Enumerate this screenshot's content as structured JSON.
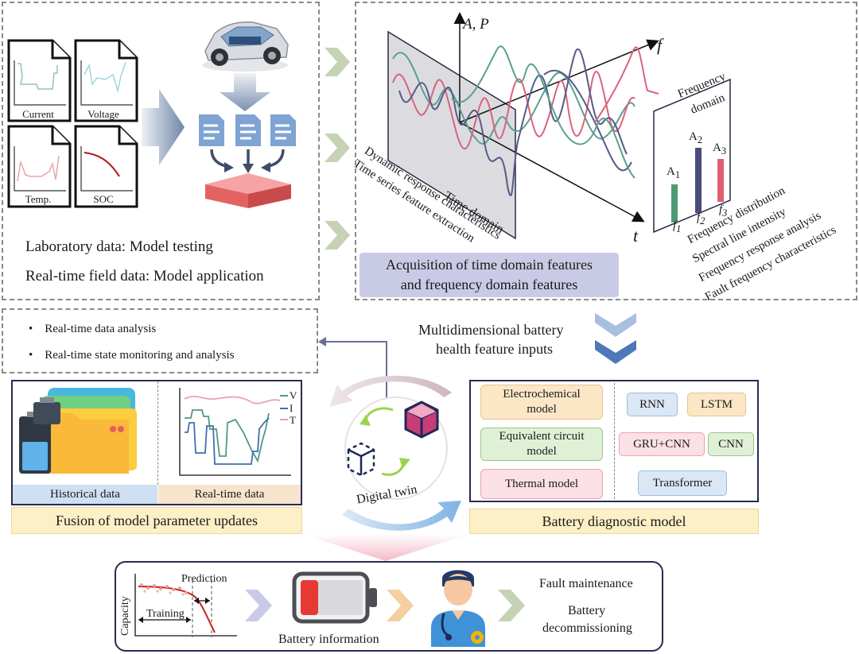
{
  "panel_data": {
    "doc_labels": [
      "Current",
      "Voltage",
      "Temp.",
      "SOC"
    ],
    "line1": "Laboratory data: Model testing",
    "line2": "Real-time field data: Model application"
  },
  "panel_features": {
    "axis_ap": "A, P",
    "axis_f": "f",
    "axis_t": "t",
    "time_domain": "Time domain",
    "freq_domain_1": "Frequency",
    "freq_domain_2": "domain",
    "amp_labels": [
      "A1",
      "A2",
      "A3"
    ],
    "freq_labels": [
      "f1",
      "f2",
      "f3"
    ],
    "time_feature_1": "Dynamic response characteristics",
    "time_feature_2": "Time series feature extraction",
    "freq_feature_1": "Frequency distribution",
    "freq_feature_2": "Spectral line intensity",
    "freq_feature_3": "Frequency response analysis",
    "freq_feature_4": "Fault frequency characteristics",
    "banner_line1": "Acquisition of time domain features",
    "banner_line2": "and frequency domain features"
  },
  "analysis": {
    "bullet_1": "Real-time data analysis",
    "bullet_2": "Real-time state monitoring and analysis"
  },
  "multidim": {
    "line1": "Multidimensional battery",
    "line2": "health feature inputs"
  },
  "fusion": {
    "historical": "Historical data",
    "realtime": "Real-time data",
    "legend": [
      "V",
      "I",
      "T"
    ],
    "title": "Fusion of model parameter updates"
  },
  "twin": {
    "label": "Digital twin"
  },
  "diagnostic": {
    "models": [
      "Electrochemical model",
      "Equivalent circuit model",
      "Thermal model"
    ],
    "nets": [
      "RNN",
      "LSTM",
      "GRU+CNN",
      "CNN",
      "Transformer"
    ],
    "title": "Battery diagnostic model"
  },
  "bottom": {
    "prediction": "Prediction",
    "training": "Training",
    "capacity": "Capacity",
    "battery_info": "Battery information",
    "fault": "Fault maintenance",
    "decom_1": "Battery",
    "decom_2": "decommissioning"
  },
  "colors": {
    "chevron_green": "#c5d2b4",
    "banner_purple": "#c9cbe6",
    "chevron_blue": "#4f78b8",
    "orange_box": "#fbe7c6",
    "green_box": "#dff0d7",
    "pink_box": "#fbe0e5",
    "blue_box": "#dbe7f5",
    "title_yellow": "#fdf0c6"
  }
}
